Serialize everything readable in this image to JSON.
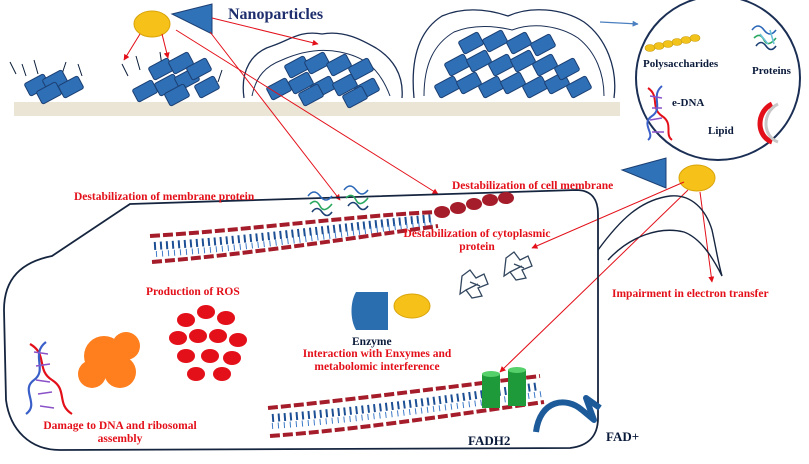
{
  "title": "Nanoparticles",
  "eps_legend": {
    "polysaccharides": "Polysaccharides",
    "proteins": "Proteins",
    "edna": "e-DNA",
    "lipid": "Lipid"
  },
  "mechanisms": {
    "membrane_protein": "Destabilization of membrane protein",
    "cell_membrane": "Destabilization of cell membrane",
    "cytoplasmic_line1": "Destabilization of cytoplasmic",
    "cytoplasmic_line2": "protein",
    "ros": "Production of ROS",
    "enzyme_line1": "Interaction with Enxymes and",
    "enzyme_line2": "metabolomic interference",
    "electron": "Impairment in electron transfer",
    "dna_line1": "Damage to DNA and ribosomal",
    "dna_line2": "assembly"
  },
  "labels": {
    "enzyme": "Enzyme",
    "fadh2": "FADH2",
    "fad": "FAD+"
  },
  "colors": {
    "bacteria": "#2f72b8",
    "nanoparticle_circle": "#f6c21a",
    "nanoparticle_triangle": "#2f72b8",
    "arrow": "#e3101a",
    "membrane": "#a51d2a",
    "ros": "#e3101a",
    "ribosome": "#ff7f1f",
    "channel": "#1f9a3a"
  }
}
